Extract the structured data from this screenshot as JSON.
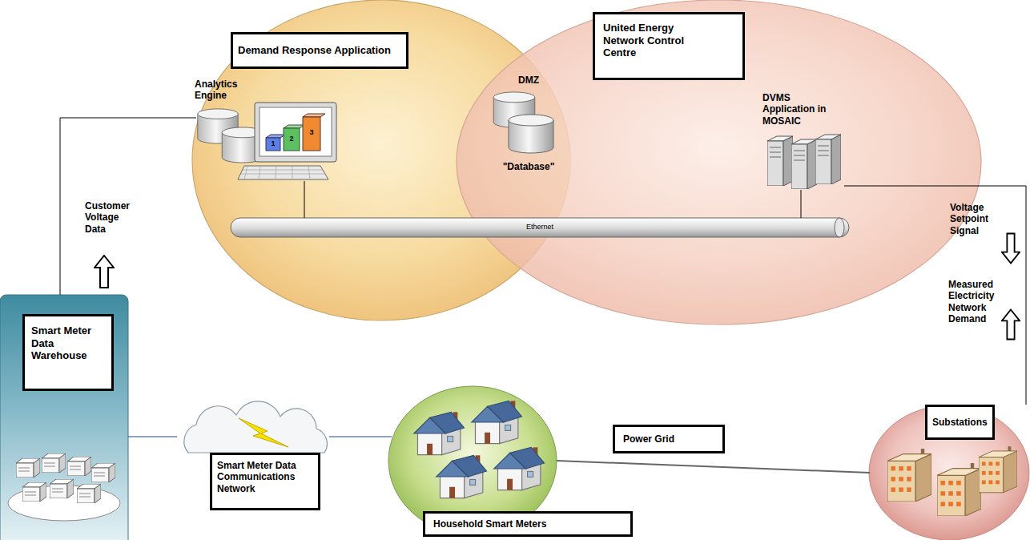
{
  "diagram": {
    "nodes": [
      {
        "text": [
          "Demand Response Application",
          "Analytics Engine"
        ]
      },
      {
        "text": [
          "United Energy Network Control Centre",
          "DVMS Application in MOSAIC"
        ]
      },
      {
        "text": [
          "DMZ",
          "\"Database\""
        ]
      },
      {
        "text": [
          "Ethernet"
        ]
      },
      {
        "text": [
          "Smart Meter Data Warehouse"
        ]
      },
      {
        "text": [
          "Smart Meter Data Communications Network"
        ]
      },
      {
        "text": [
          "Household Smart Meters"
        ]
      },
      {
        "text": [
          "Substations"
        ]
      }
    ],
    "edges": [
      {
        "from": 4,
        "to": 0,
        "arrow": "none"
      },
      {
        "from": 0,
        "to": 3,
        "arrow": "none"
      },
      {
        "from": 1,
        "to": 3,
        "arrow": "none"
      },
      {
        "from": 7,
        "to": 1,
        "arrow": "none"
      },
      {
        "from": 5,
        "to": 4,
        "arrow": "none"
      },
      {
        "from": 5,
        "to": 6,
        "arrow": "none"
      },
      {
        "from": 6,
        "to": 7,
        "arrow": "none"
      }
    ],
    "labels": [
      "1",
      "2",
      "3",
      "Customer Voltage Data",
      "Voltage Setpoint Signal",
      "Measured Electricity Network Demand",
      "Power Grid"
    ]
  }
}
